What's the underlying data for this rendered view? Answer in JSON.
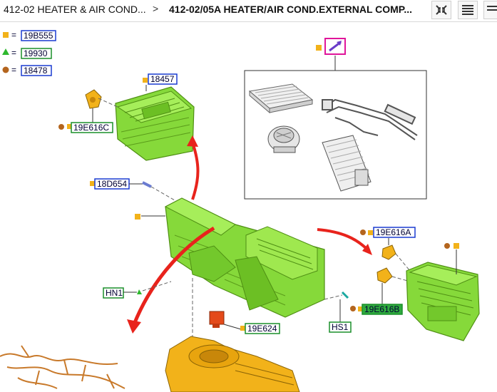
{
  "breadcrumb": {
    "parent": "412-02 HEATER & AIR COND...",
    "separator": ">",
    "current": "412-02/05A HEATER/AIR COND.EXTERNAL COMP..."
  },
  "toolbar": {
    "icons": [
      "collapse-icon",
      "list-icon",
      "menu-icon"
    ]
  },
  "legend": [
    {
      "symbol": "square",
      "color": "#f2b21a",
      "eq": "=",
      "code": "19B555"
    },
    {
      "symbol": "triangle",
      "color": "#2eb82e",
      "eq": "=",
      "code": "19930"
    },
    {
      "symbol": "circle",
      "color": "#b4651e",
      "eq": "=",
      "code": "18478"
    }
  ],
  "callouts": {
    "c18457": "18457",
    "c19E616C": "19E616C",
    "c18D654": "18D654",
    "c19E616A": "19E616A",
    "c19E616B": "19E616B",
    "cHN1": "HN1",
    "cHS1": "HS1",
    "c19E624": "19E624"
  },
  "colors": {
    "part": "#86d93a",
    "partDark": "#4f8f14",
    "arrow": "#e8231c",
    "blueBox": "#1a3bd1",
    "greenBox": "#1a8f2a",
    "marker": "#f2b21a",
    "dot": "#b4651e"
  }
}
